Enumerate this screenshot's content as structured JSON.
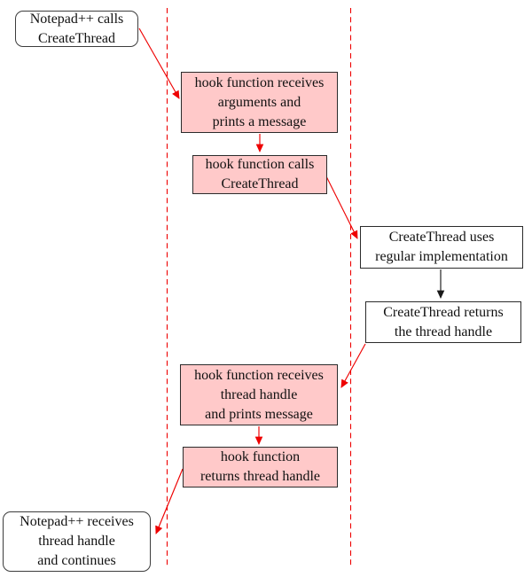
{
  "diagram": {
    "colors": {
      "flow_red": "#ee0000",
      "flow_black": "#1a1a1a",
      "hook_fill": "#ffc9c9",
      "box_fill": "#ffffff",
      "box_border": "#2b2b2b",
      "rounded_border": "#3c3c3c",
      "text": "#111111"
    },
    "lanes": [
      {
        "id": "lane-divider-left"
      },
      {
        "id": "lane-divider-right"
      }
    ],
    "nodes": [
      {
        "id": "notepad-calls-createthread",
        "shape": "rounded",
        "lines": [
          "Notepad++ calls",
          "CreateThread"
        ]
      },
      {
        "id": "hook-receives-arguments",
        "shape": "pink",
        "lines": [
          "hook function receives",
          "arguments and",
          "prints a message"
        ]
      },
      {
        "id": "hook-calls-createthread",
        "shape": "pink",
        "lines": [
          "hook function calls",
          "CreateThread"
        ]
      },
      {
        "id": "createthread-regular-implementation",
        "shape": "plain",
        "lines": [
          "CreateThread uses",
          "regular implementation"
        ]
      },
      {
        "id": "createthread-returns-handle",
        "shape": "plain",
        "lines": [
          "CreateThread returns",
          "the thread handle"
        ]
      },
      {
        "id": "hook-receives-thread-handle",
        "shape": "pink",
        "lines": [
          "hook function receives",
          "thread handle",
          "and prints message"
        ]
      },
      {
        "id": "hook-returns-thread-handle",
        "shape": "pink",
        "lines": [
          "hook function",
          "returns thread handle"
        ]
      },
      {
        "id": "notepad-receives-handle",
        "shape": "rounded",
        "lines": [
          "Notepad++ receives",
          "thread handle",
          "and continues"
        ]
      }
    ],
    "edges": [
      {
        "from": "notepad-calls-createthread",
        "to": "hook-receives-arguments",
        "color": "red"
      },
      {
        "from": "hook-receives-arguments",
        "to": "hook-calls-createthread",
        "color": "red"
      },
      {
        "from": "hook-calls-createthread",
        "to": "createthread-regular-implementation",
        "color": "red"
      },
      {
        "from": "createthread-regular-implementation",
        "to": "createthread-returns-handle",
        "color": "black"
      },
      {
        "from": "createthread-returns-handle",
        "to": "hook-receives-thread-handle",
        "color": "red"
      },
      {
        "from": "hook-receives-thread-handle",
        "to": "hook-returns-thread-handle",
        "color": "red"
      },
      {
        "from": "hook-returns-thread-handle",
        "to": "notepad-receives-handle",
        "color": "red"
      }
    ]
  }
}
